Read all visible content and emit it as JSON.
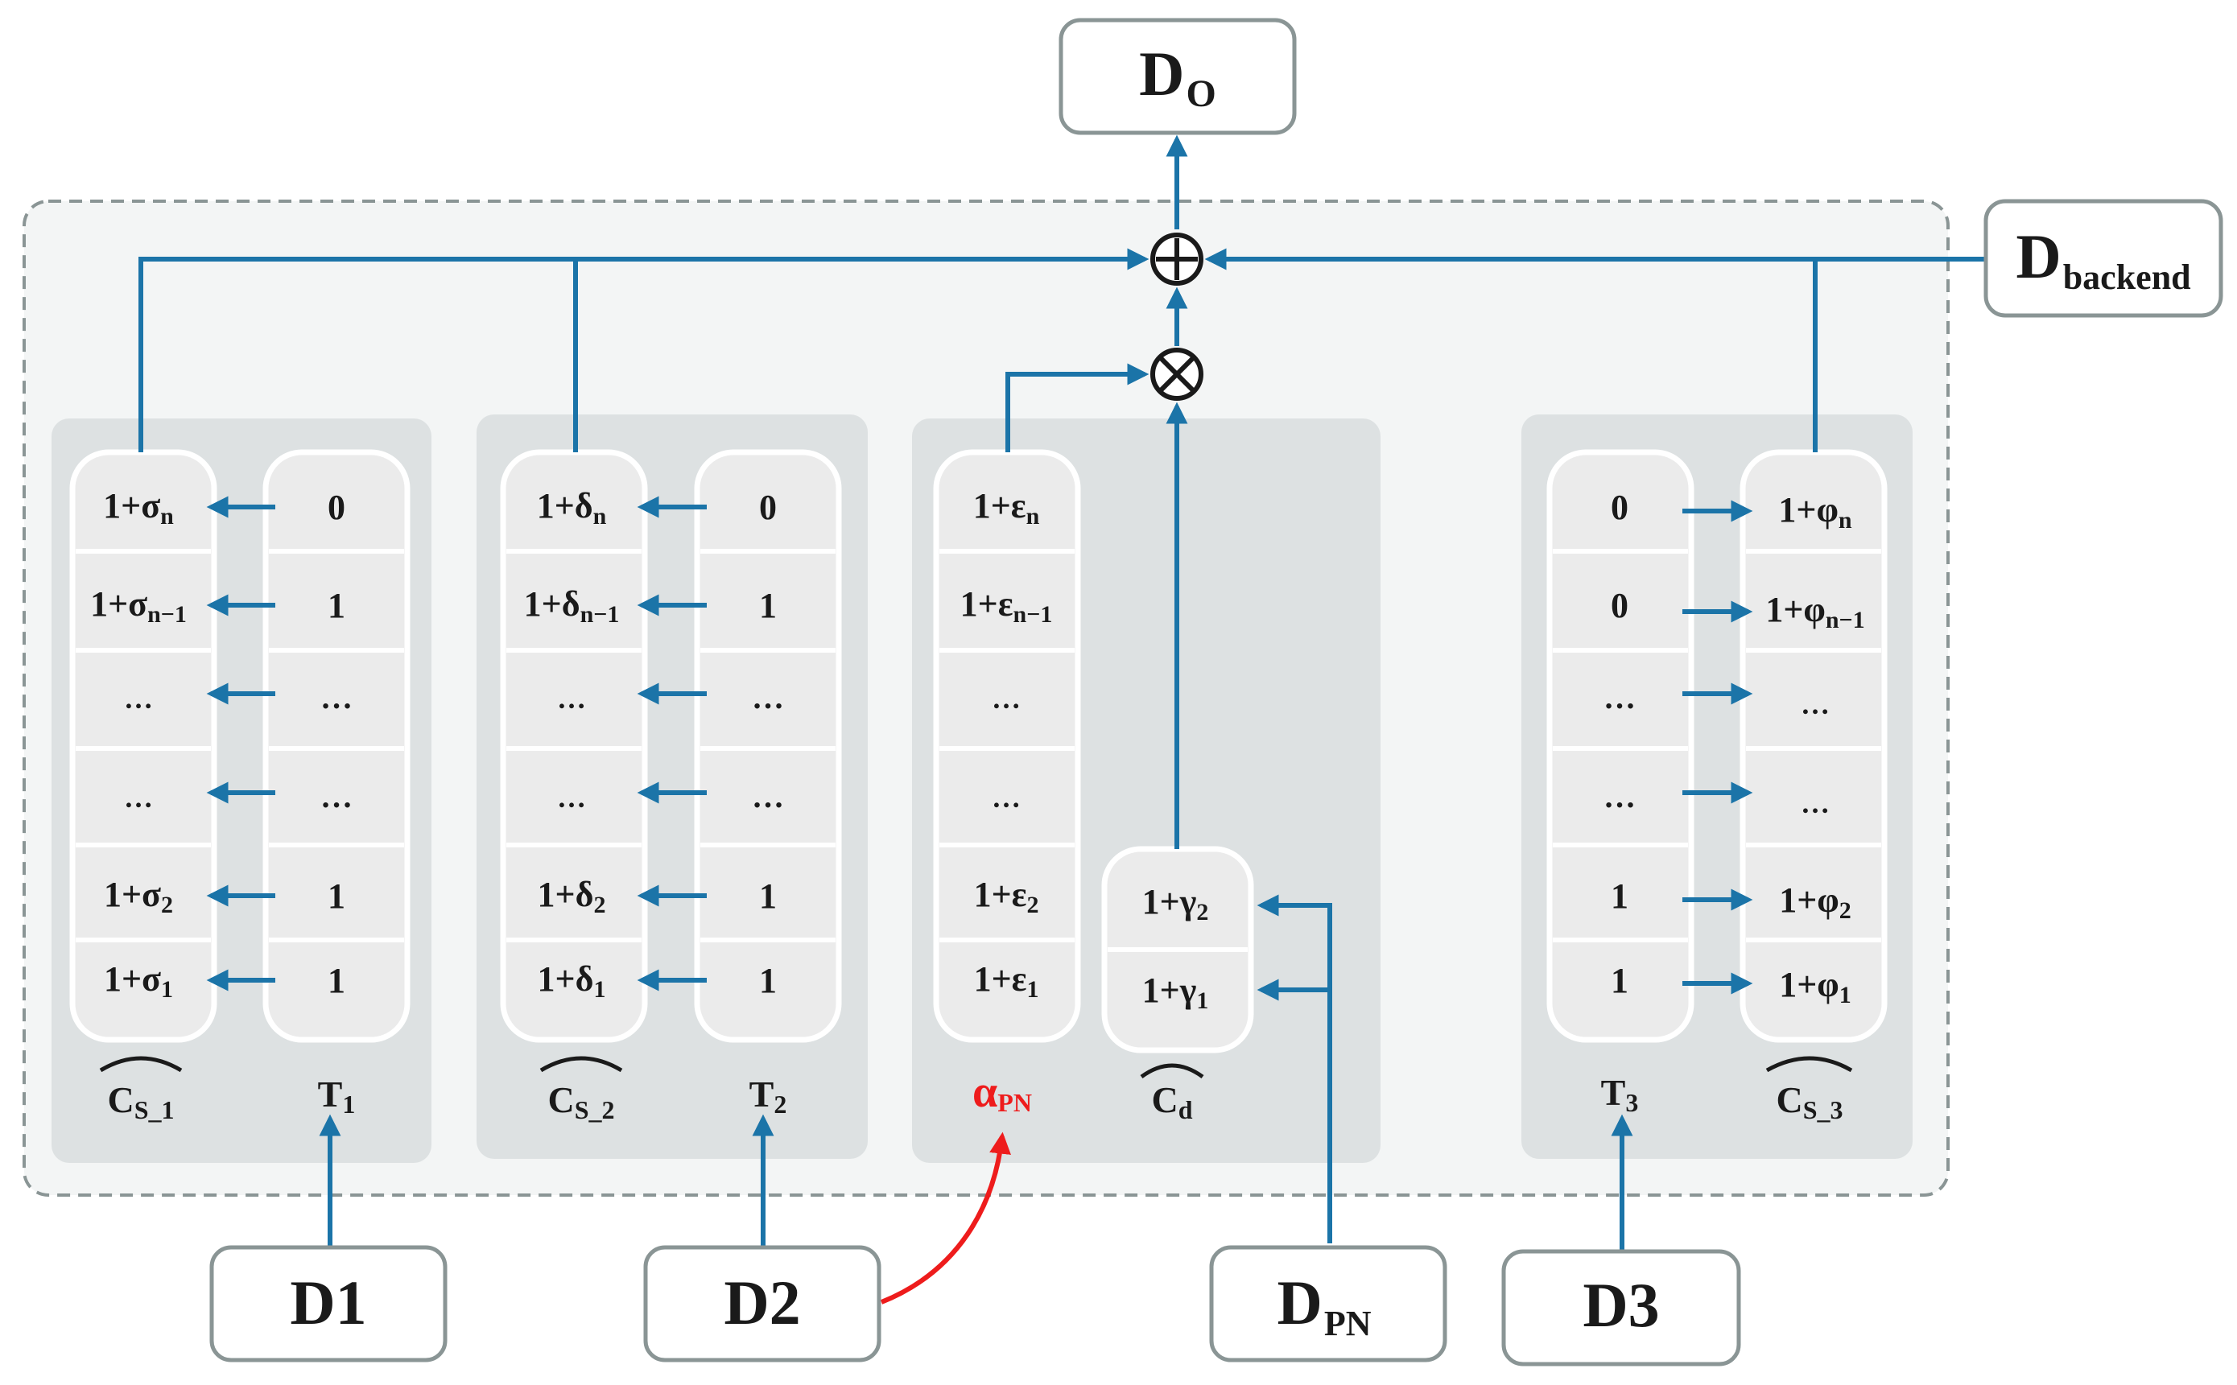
{
  "boxes": {
    "output": {
      "main": "D",
      "sub": "O"
    },
    "backend": {
      "main": "D",
      "sub": "backend"
    },
    "d1": "D1",
    "d2": "D2",
    "dpn": {
      "main": "D",
      "sub": "PN"
    },
    "d3": "D3"
  },
  "cs1": [
    {
      "main": "1+σ",
      "sub": "n"
    },
    {
      "main": "1+σ",
      "sub": "n−1"
    },
    {
      "main": "…",
      "sub": ""
    },
    {
      "main": "…",
      "sub": ""
    },
    {
      "main": "1+σ",
      "sub": "2"
    },
    {
      "main": "1+σ",
      "sub": "1"
    }
  ],
  "t1": [
    "0",
    "1",
    "…",
    "…",
    "1",
    "1"
  ],
  "cs2": [
    {
      "main": "1+δ",
      "sub": "n"
    },
    {
      "main": "1+δ",
      "sub": "n−1"
    },
    {
      "main": "…",
      "sub": ""
    },
    {
      "main": "…",
      "sub": ""
    },
    {
      "main": "1+δ",
      "sub": "2"
    },
    {
      "main": "1+δ",
      "sub": "1"
    }
  ],
  "t2": [
    "0",
    "1",
    "…",
    "…",
    "1",
    "1"
  ],
  "epsilon": [
    {
      "main": "1+ε",
      "sub": "n"
    },
    {
      "main": "1+ε",
      "sub": "n−1"
    },
    {
      "main": "…",
      "sub": ""
    },
    {
      "main": "…",
      "sub": ""
    },
    {
      "main": "1+ε",
      "sub": "2"
    },
    {
      "main": "1+ε",
      "sub": "1"
    }
  ],
  "cd": [
    {
      "main": "1+γ",
      "sub": "2"
    },
    {
      "main": "1+γ",
      "sub": "1"
    }
  ],
  "t3": [
    "0",
    "0",
    "…",
    "…",
    "1",
    "1"
  ],
  "cs3": [
    {
      "main": "1+φ",
      "sub": "n"
    },
    {
      "main": "1+φ",
      "sub": "n−1"
    },
    {
      "main": "…",
      "sub": ""
    },
    {
      "main": "…",
      "sub": ""
    },
    {
      "main": "1+φ",
      "sub": "2"
    },
    {
      "main": "1+φ",
      "sub": "1"
    }
  ],
  "column_labels": {
    "cs1": {
      "main": "C",
      "sub": "S_1"
    },
    "t1": {
      "main": "T",
      "sub": "1"
    },
    "cs2": {
      "main": "C",
      "sub": "S_2"
    },
    "t2": {
      "main": "T",
      "sub": "2"
    },
    "alpha": {
      "main": "α",
      "sub": "PN"
    },
    "cd": {
      "main": "C",
      "sub": "d"
    },
    "t3": {
      "main": "T",
      "sub": "3"
    },
    "cs3": {
      "main": "C",
      "sub": "S_3"
    }
  },
  "colors": {
    "arrow": "#1b74a8",
    "highlight": "#ee1c1c",
    "panel": "#dde1e2",
    "cell": "#ebebeb",
    "border": "#8a9595"
  }
}
